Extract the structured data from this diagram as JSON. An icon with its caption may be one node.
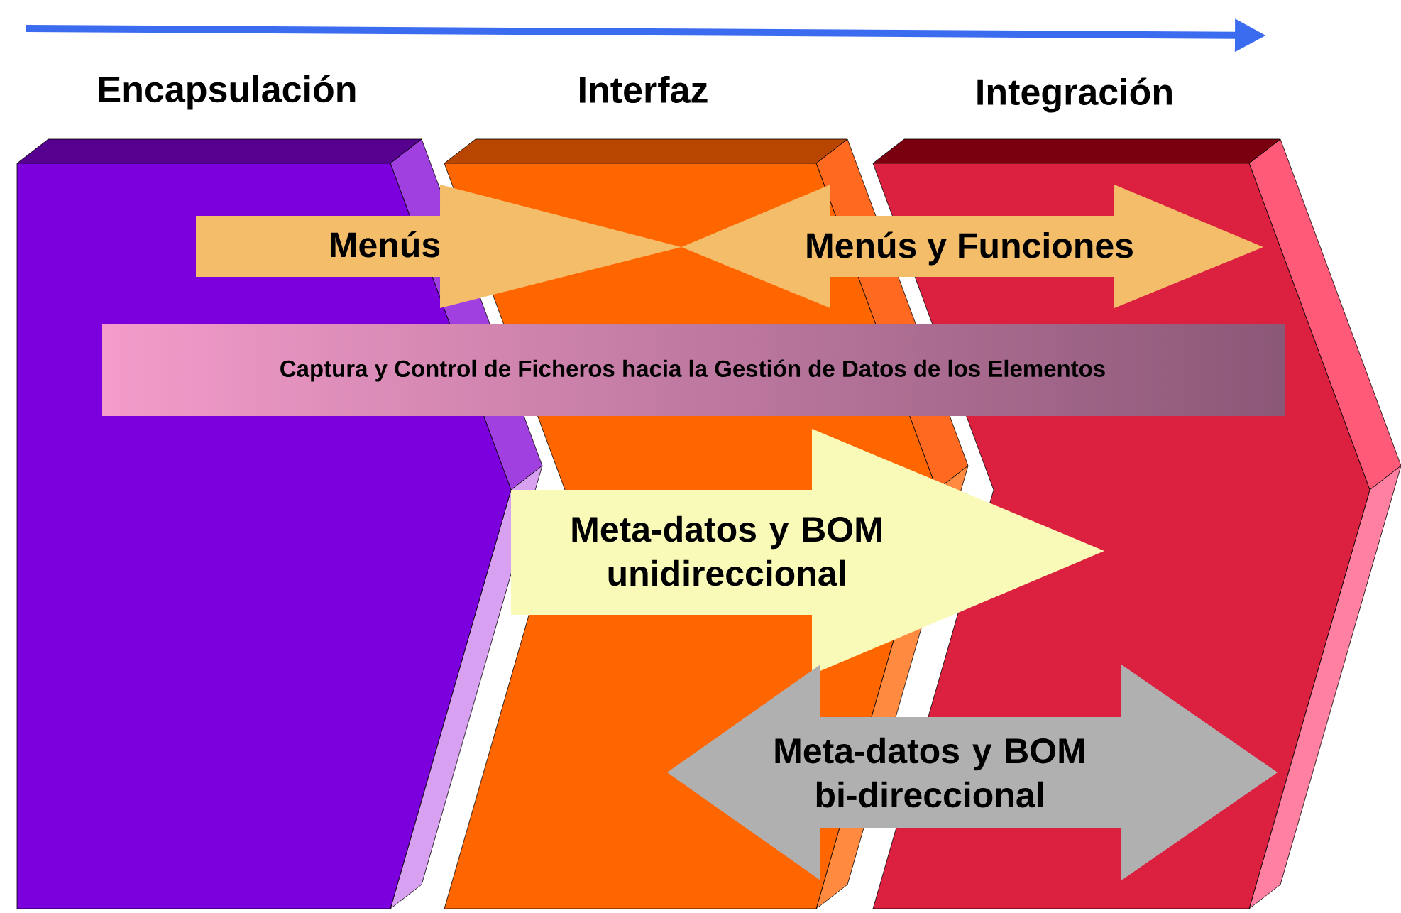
{
  "diagram": {
    "nodes": [
      {
        "text": [
          "Encapsulación"
        ]
      },
      {
        "text": [
          "Interfaz"
        ]
      },
      {
        "text": [
          "Integración"
        ]
      },
      {
        "text": [
          "Menús"
        ]
      },
      {
        "text": [
          "Menús y Funciones"
        ]
      },
      {
        "text": [
          "Captura y Control de Ficheros hacia la Gestión de Datos de los Elementos"
        ]
      },
      {
        "text": [
          "Meta-datos y BOM unidireccional"
        ]
      },
      {
        "text": [
          "Meta-datos y BOM bi-direccional"
        ]
      }
    ]
  }
}
